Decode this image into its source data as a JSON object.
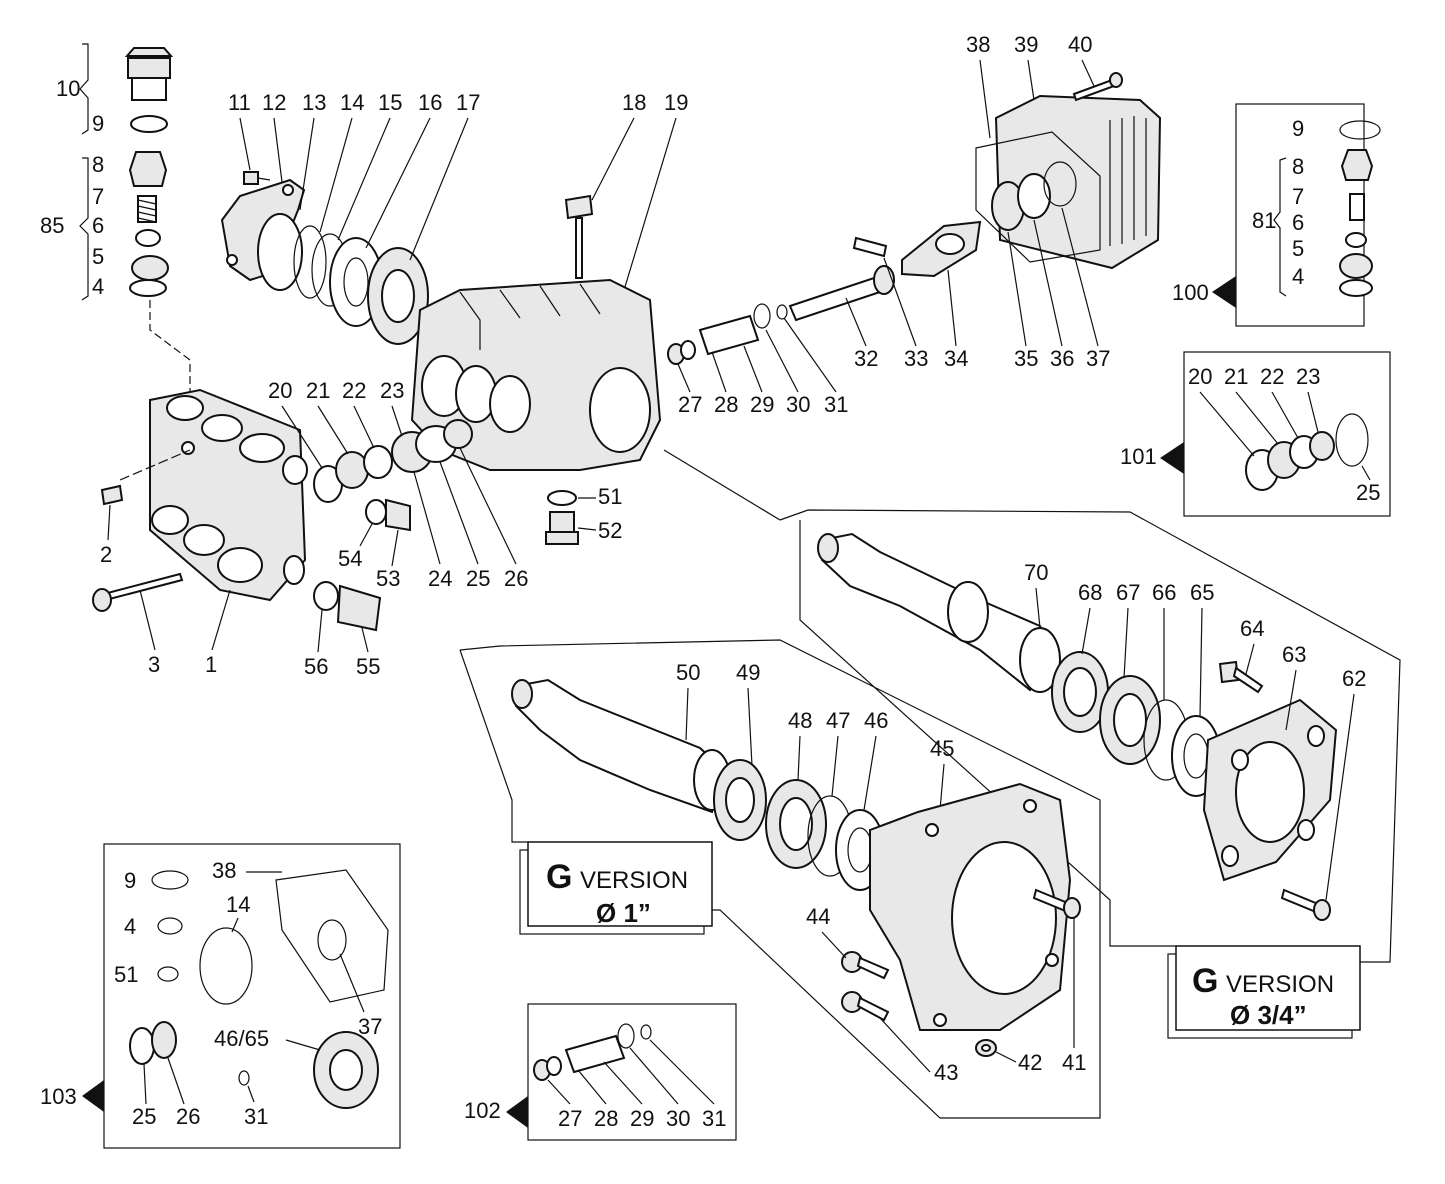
{
  "part_labels": {
    "p1": "1",
    "p2": "2",
    "p3": "3",
    "p4a": "4",
    "p5a": "5",
    "p6a": "6",
    "p7a": "7",
    "p8a": "8",
    "p9a": "9",
    "p10": "10",
    "p11": "11",
    "p12": "12",
    "p13": "13",
    "p14": "14",
    "p15": "15",
    "p16": "16",
    "p17": "17",
    "p18": "18",
    "p19": "19",
    "p20": "20",
    "p21": "21",
    "p22": "22",
    "p23": "23",
    "p24": "24",
    "p25": "25",
    "p26": "26",
    "p27": "27",
    "p28": "28",
    "p29": "29",
    "p30": "30",
    "p31": "31",
    "p32": "32",
    "p33": "33",
    "p34": "34",
    "p35": "35",
    "p36": "36",
    "p37": "37",
    "p38": "38",
    "p39": "39",
    "p40": "40",
    "p41": "41",
    "p42": "42",
    "p43": "43",
    "p44": "44",
    "p45": "45",
    "p46": "46",
    "p47": "47",
    "p48": "48",
    "p49": "49",
    "p50": "50",
    "p51": "51",
    "p52": "52",
    "p53": "53",
    "p54": "54",
    "p55": "55",
    "p56": "56",
    "p62": "62",
    "p63": "63",
    "p64": "64",
    "p65": "65",
    "p66": "66",
    "p67": "67",
    "p68": "68",
    "p70": "70",
    "p85": "85"
  },
  "kit100": {
    "id": "100",
    "group": "81",
    "items": [
      "9",
      "8",
      "7",
      "6",
      "5",
      "4"
    ]
  },
  "kit101": {
    "id": "101",
    "items": [
      "20",
      "21",
      "22",
      "23",
      "25"
    ]
  },
  "kit102": {
    "id": "102",
    "items": [
      "27",
      "28",
      "29",
      "30",
      "31"
    ]
  },
  "kit103": {
    "id": "103",
    "items": [
      "9",
      "4",
      "51",
      "38",
      "14",
      "37",
      "46/65",
      "31",
      "25",
      "26"
    ]
  },
  "version_1in": {
    "letter": "G",
    "word": "VERSION",
    "dia": "Ø 1”"
  },
  "version_34in": {
    "letter": "G",
    "word": "VERSION",
    "dia": "Ø 3/4”"
  }
}
